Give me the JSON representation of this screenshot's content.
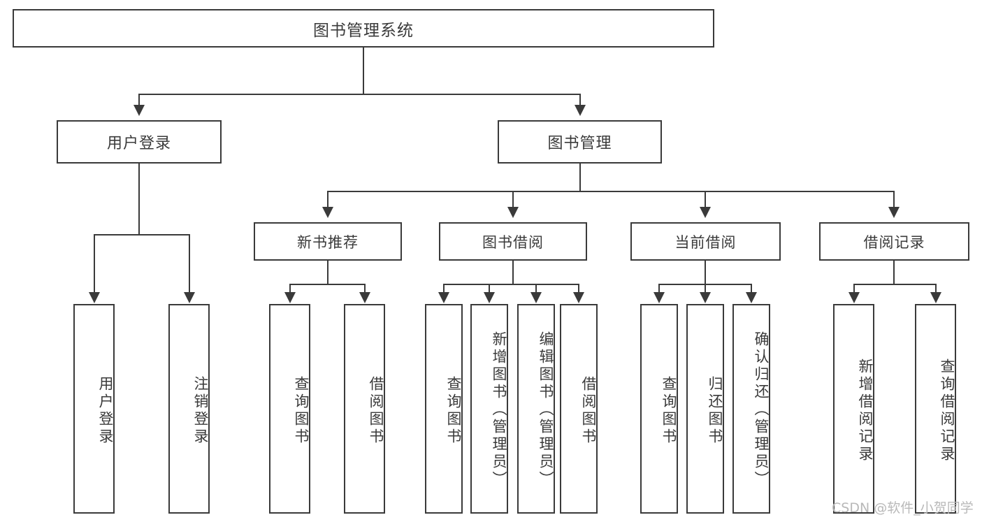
{
  "diagram": {
    "type": "tree",
    "title": "图书管理系统",
    "orientation": "top-down",
    "colors": {
      "stroke": "#3a3a3a",
      "fill": "#ffffff",
      "text": "#3a3a3a",
      "watermark": "#b9b9b9"
    },
    "root": {
      "label": "图书管理系统"
    },
    "level1": [
      {
        "label": "用户登录"
      },
      {
        "label": "图书管理"
      }
    ],
    "level2": [
      {
        "label": "新书推荐"
      },
      {
        "label": "图书借阅"
      },
      {
        "label": "当前借阅"
      },
      {
        "label": "借阅记录"
      }
    ],
    "leaves": {
      "user_login": [
        {
          "label": "用户登录"
        },
        {
          "label": "注销登录"
        }
      ],
      "new_book": [
        {
          "label": "查询图书"
        },
        {
          "label": "借阅图书"
        }
      ],
      "book_borrow": [
        {
          "label": "查询图书"
        },
        {
          "label": "新增图书（管理员）"
        },
        {
          "label": "编辑图书（管理员）"
        },
        {
          "label": "借阅图书"
        }
      ],
      "current_borrow": [
        {
          "label": "查询图书"
        },
        {
          "label": "归还图书"
        },
        {
          "label": "确认归还（管理员）"
        }
      ],
      "borrow_record": [
        {
          "label": "新增借阅记录"
        },
        {
          "label": "查询借阅记录"
        }
      ]
    }
  },
  "watermark": {
    "text": "CSDN @软件_小贺同学"
  }
}
